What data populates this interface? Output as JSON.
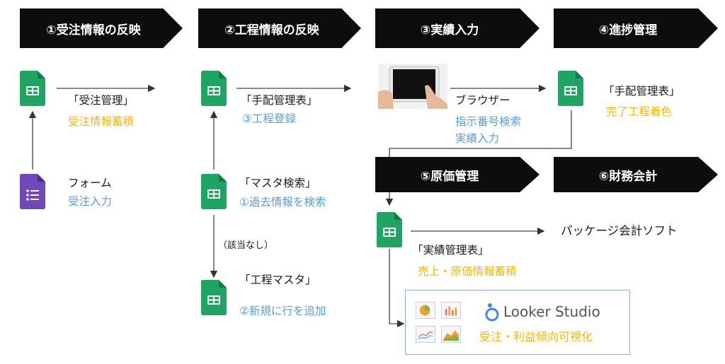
{
  "banners": {
    "step1": "①受注情報の反映",
    "step2": "②工程情報の反映",
    "step3": "③実績入力",
    "step4": "④進捗管理",
    "step5": "⑤原価管理",
    "step6": "⑥財務会計"
  },
  "col1": {
    "sheet_label": "「受注管理」",
    "sheet_sub": "受注情報蓄積",
    "form_label": "フォーム",
    "form_sub": "受注入力"
  },
  "col2": {
    "sheet_label": "「手配管理表」",
    "sheet_sub": "③工程登録",
    "master_search_label": "「マスタ検索」",
    "master_search_sub": "①過去情報を検索",
    "branch_note": "（該当なし）",
    "master_label": "「工程マスタ」",
    "master_sub": "②新規に行を追加"
  },
  "col3": {
    "browser_label": "ブラウザー",
    "browser_sub1": "指示番号検索",
    "browser_sub2": "実績入力"
  },
  "col4": {
    "sheet_label": "「手配管理表」",
    "sheet_sub": "完了工程着色"
  },
  "cost": {
    "sheet_label": "「実績管理表」",
    "sheet_sub": "売上・原価情報蓄積",
    "software": "パッケージ会計ソフト"
  },
  "studio": {
    "name": "Looker Studio",
    "caption": "受注・利益傾向可視化"
  },
  "colors": {
    "sheets_green": "#1fa463",
    "forms_purple": "#7248b9",
    "blue_text": "#5b9bd5",
    "orange_text": "#f5b800",
    "banner_bg": "#0d0d0d"
  }
}
